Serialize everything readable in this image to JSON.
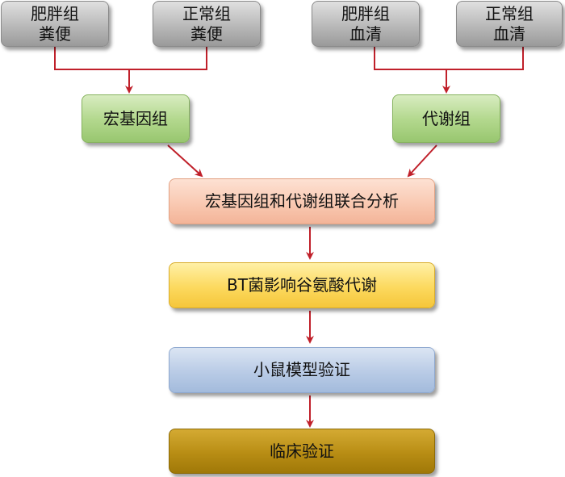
{
  "nodes": {
    "obese_feces": {
      "line1": "肥胖组",
      "line2": "粪便"
    },
    "normal_feces": {
      "line1": "正常组",
      "line2": "粪便"
    },
    "obese_serum": {
      "line1": "肥胖组",
      "line2": "血清"
    },
    "normal_serum": {
      "line1": "正常组",
      "line2": "血清"
    },
    "metagenomics": "宏基因组",
    "metabolomics": "代谢组",
    "joint_analysis": "宏基因组和代谢组联合分析",
    "bt_bacteria": "BT菌影响谷氨酸代谢",
    "mouse_validation": "小鼠模型验证",
    "clinical_validation": "临床验证"
  },
  "colors": {
    "arrow": "#c0202a",
    "gray": "#b9b9b9",
    "green": "#b4d98f",
    "salmon": "#f9c9b2",
    "yellow": "#fcd95e",
    "blue": "#b9cbe6",
    "olive": "#b88d14"
  }
}
